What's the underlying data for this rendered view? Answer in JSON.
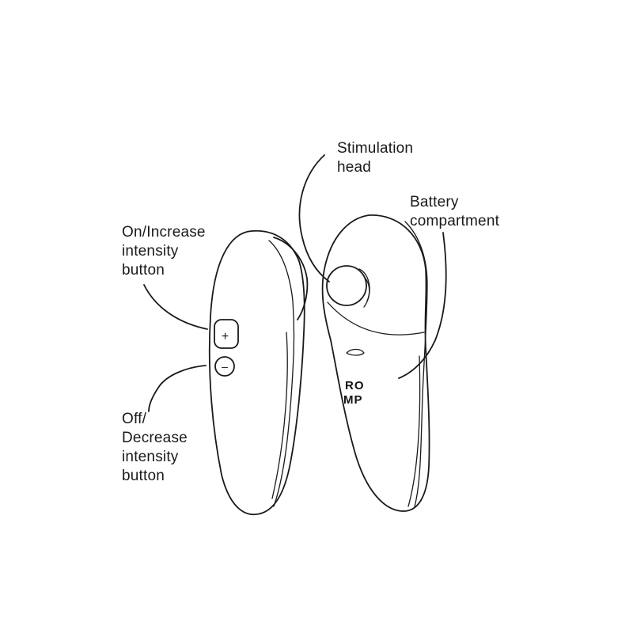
{
  "labels": {
    "stimulation_head": [
      "Stimulation",
      "head"
    ],
    "battery_compartment": [
      "Battery",
      "compartment"
    ],
    "on_increase": [
      "On/Increase",
      "intensity",
      "button"
    ],
    "off_decrease": [
      "Off/",
      "Decrease",
      "intensity",
      "button"
    ]
  },
  "buttons": {
    "plus_symbol": "+",
    "minus_symbol": "–"
  },
  "logo": {
    "line1": "RO",
    "line2": "MP"
  },
  "colors": {
    "stroke": "#1a1a1a",
    "background": "#ffffff"
  }
}
